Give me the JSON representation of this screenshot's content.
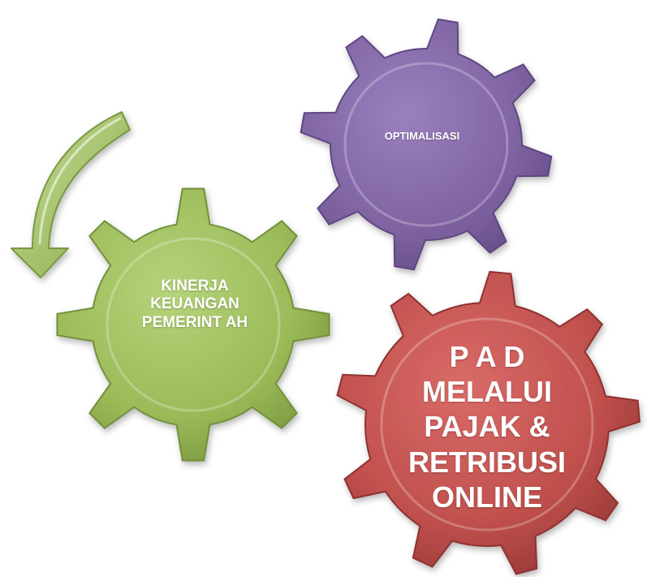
{
  "colors": {
    "purple_gear": "#8064a2",
    "green_gear": "#9bbb59",
    "red_gear": "#c0504d",
    "arrow": "#9bbb59"
  },
  "gears": {
    "purple": {
      "lines": [
        "OPTIMALISASI"
      ]
    },
    "green": {
      "lines": [
        "KINERJA",
        "KEUANGAN",
        "PEMERINT AH"
      ]
    },
    "red": {
      "lines": [
        "P A D",
        "MELALUI",
        "PAJAK &",
        "RETRIBUSI",
        "ONLINE"
      ]
    }
  },
  "icons": {
    "arrow": "curved-arrow-down-icon"
  }
}
